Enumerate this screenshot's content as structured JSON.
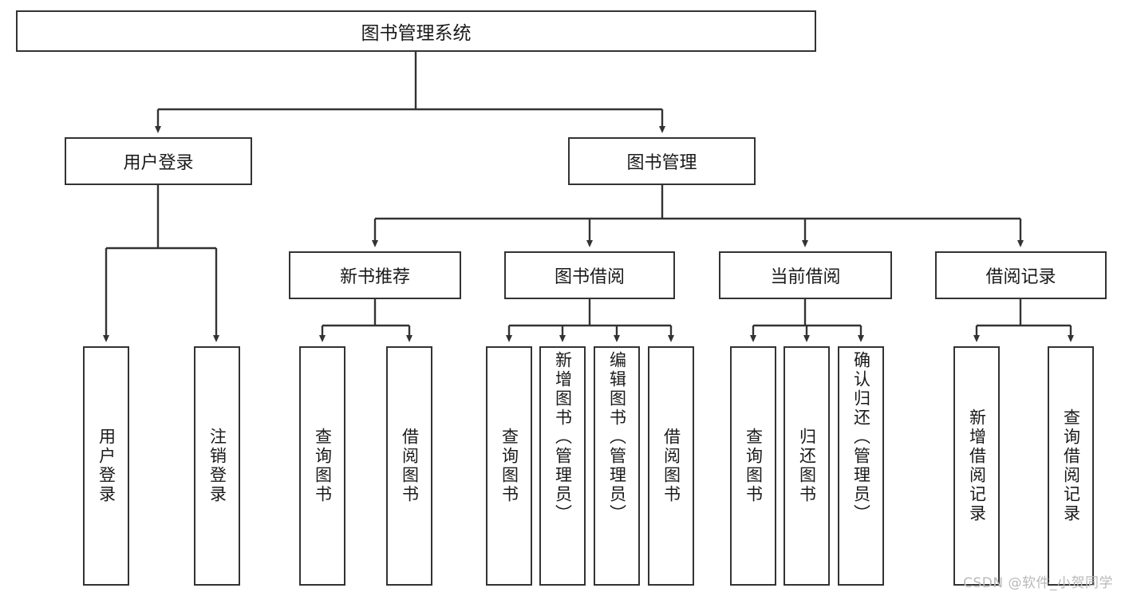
{
  "diagram": {
    "title": "图书管理系统",
    "root": {
      "label": "图书管理系统"
    },
    "level2": [
      {
        "label": "用户登录"
      },
      {
        "label": "图书管理"
      }
    ],
    "level3": [
      {
        "label": "新书推荐"
      },
      {
        "label": "图书借阅"
      },
      {
        "label": "当前借阅"
      },
      {
        "label": "借阅记录"
      }
    ],
    "leaves": [
      {
        "label": "用户登录"
      },
      {
        "label": "注销登录"
      },
      {
        "label": "查询图书"
      },
      {
        "label": "借阅图书"
      },
      {
        "label": "查询图书"
      },
      {
        "label": "新增图书（管理员）"
      },
      {
        "label": "编辑图书（管理员）"
      },
      {
        "label": "借阅图书"
      },
      {
        "label": "查询图书"
      },
      {
        "label": "归还图书"
      },
      {
        "label": "确认归还（管理员）"
      },
      {
        "label": "新增借阅记录"
      },
      {
        "label": "查询借阅记录"
      }
    ]
  },
  "watermark": {
    "text": "CSDN @软件_小贺同学"
  },
  "colors": {
    "stroke": "#333333",
    "background": "#ffffff",
    "text": "#1a1a1a",
    "watermark": "#b9b9b9"
  }
}
